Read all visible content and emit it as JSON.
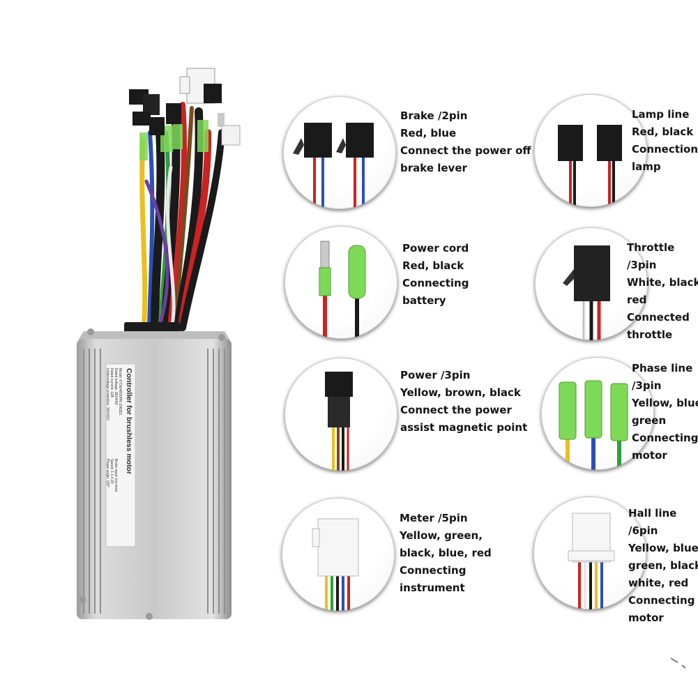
{
  "controller": {
    "label_title": "Controller for brushless motor",
    "label_lines": [
      "Model: KT36/48SVPR-ZHDD1",
      "Rated voltage: 36V/48V",
      "Rated current: 12A",
      "Undervoltage protection: 30V/42V",
      "Brake input: low level",
      "Speed: 1.1-4.2V",
      "Phase angle: 120°"
    ]
  },
  "connectors": [
    {
      "key": "brake",
      "lines": [
        "Brake /2pin",
        "Red, blue",
        "Connect the power off",
        "brake lever"
      ],
      "wire_colors": [
        "#cc2222",
        "#2b4fb8"
      ]
    },
    {
      "key": "lamp",
      "lines": [
        "Lamp line",
        "Red, black",
        "Connection",
        "lamp"
      ],
      "wire_colors": [
        "#cc2222",
        "#1a1a1a"
      ]
    },
    {
      "key": "power-cord",
      "lines": [
        "Power cord",
        "Red, black",
        "Connecting",
        "battery"
      ],
      "wire_colors": [
        "#cc2222",
        "#1a1a1a"
      ]
    },
    {
      "key": "throttle",
      "lines": [
        "Throttle",
        "/3pin",
        "White, black,",
        "red",
        "Connected",
        "throttle"
      ],
      "wire_colors": [
        "#e8e8e8",
        "#1a1a1a",
        "#cc2222"
      ]
    },
    {
      "key": "power-assist",
      "lines": [
        "Power /3pin",
        "Yellow, brown, black",
        "Connect the power",
        "assist magnetic point"
      ],
      "wire_colors": [
        "#e8c020",
        "#7a4a1e",
        "#1a1a1a"
      ]
    },
    {
      "key": "phase-line",
      "lines": [
        "Phase line",
        "/3pin",
        "Yellow, blue,",
        "green",
        "Connecting",
        "motor"
      ],
      "wire_colors": [
        "#e8c020",
        "#2b4fb8",
        "#2e9e3e"
      ]
    },
    {
      "key": "meter",
      "lines": [
        "Meter /5pin",
        "Yellow, green,",
        "black, blue, red",
        "Connecting",
        "instrument"
      ],
      "wire_colors": [
        "#e8c020",
        "#2e9e3e",
        "#1a1a1a",
        "#2b4fb8",
        "#cc2222"
      ]
    },
    {
      "key": "hall-line",
      "lines": [
        "Hall line",
        "/6pin",
        "Yellow, blue,",
        "green, black,",
        "white, red",
        "Connecting",
        "motor"
      ],
      "wire_colors": [
        "#e8c020",
        "#2b4fb8",
        "#2e9e3e",
        "#1a1a1a",
        "#e8e8e8",
        "#cc2222"
      ]
    }
  ]
}
